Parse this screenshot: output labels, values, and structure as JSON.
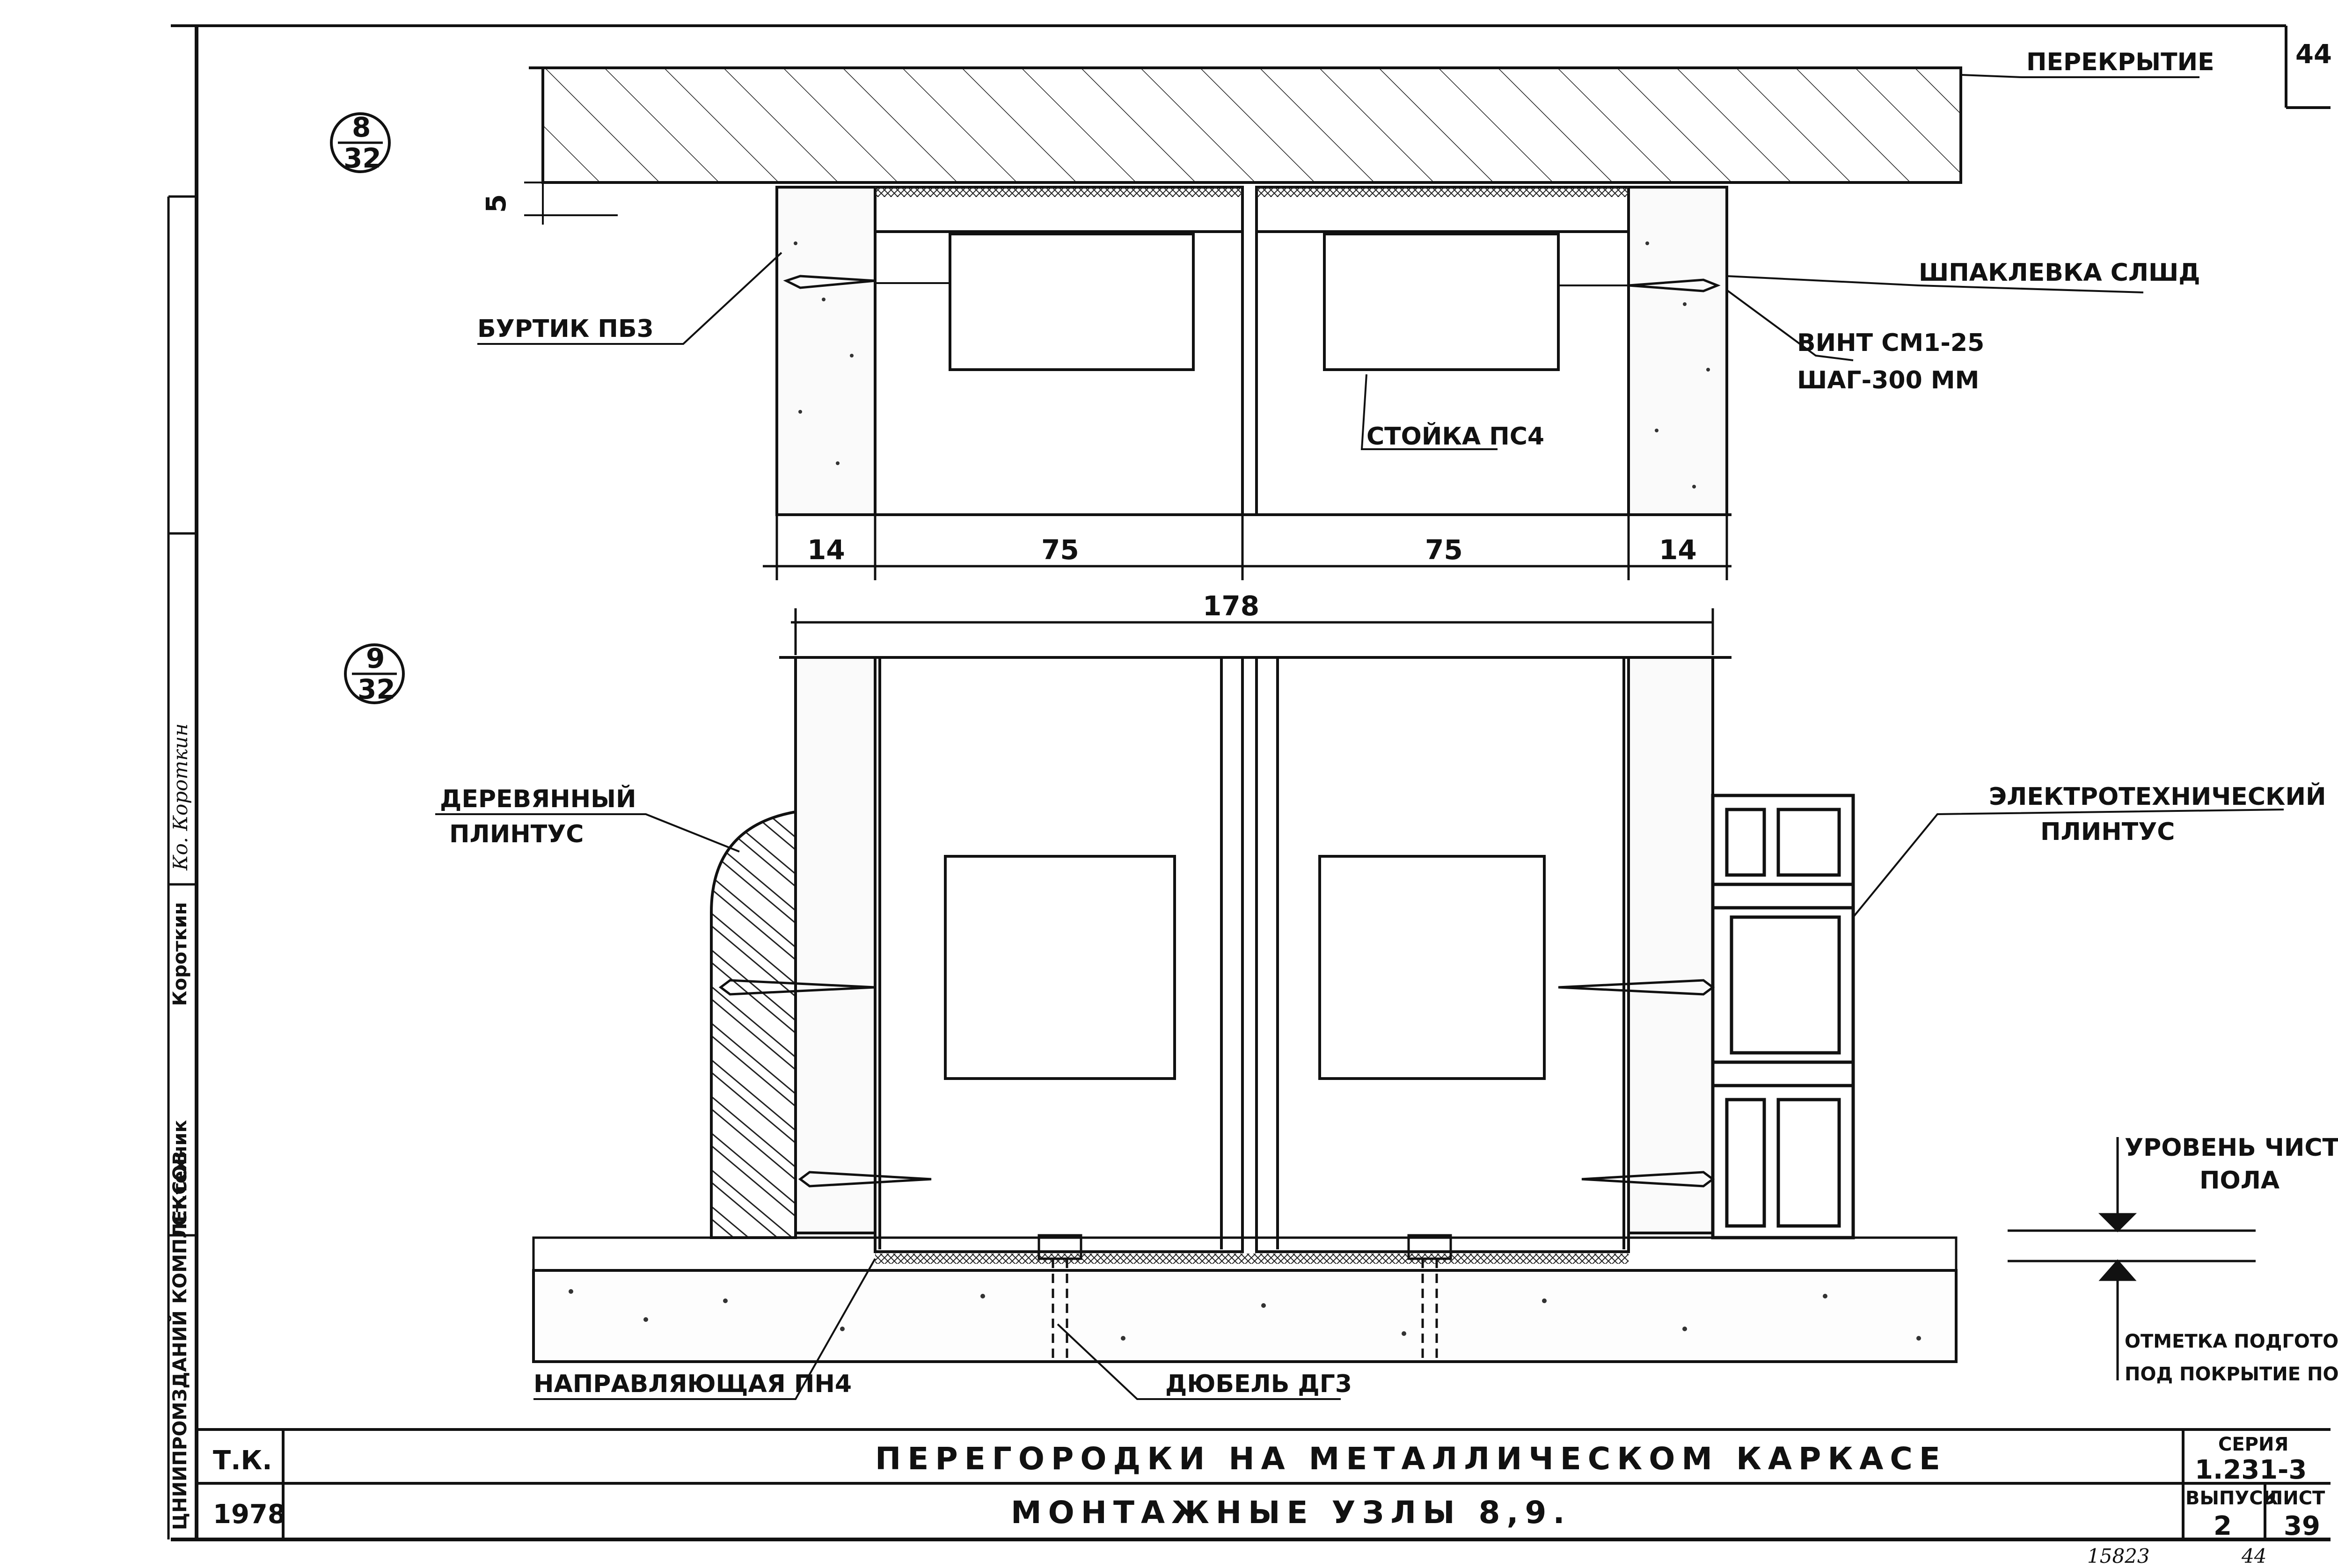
{
  "sheet_number": "44",
  "bottom_marks": {
    "left": "15823",
    "right": "44"
  },
  "details": {
    "top": {
      "numerator": "8",
      "denominator": "32"
    },
    "bottom": {
      "numerator": "9",
      "denominator": "32"
    }
  },
  "dimensions": {
    "gap": "5",
    "widths": [
      "14",
      "75",
      "75",
      "14"
    ],
    "total": "178"
  },
  "callouts": {
    "slab": "ПЕРЕКРЫТИЕ",
    "putty": "ШПАКЛЕВКА СЛШД",
    "screw_line1": "ВИНТ СМ1-25",
    "screw_line2": "ШАГ-300 ММ",
    "stud": "СТОЙКА ПС4",
    "bead": "БУРТИК ПБ3",
    "wood_line1": "ДЕРЕВЯННЫЙ",
    "wood_line2": "ПЛИНТУС",
    "elec_line1": "ЭЛЕКТРОТЕХНИЧЕСКИЙ",
    "elec_line2": "ПЛИНТУС",
    "floor_line1": "УРОВЕНЬ ЧИСТОГО",
    "floor_line2": "ПОЛА",
    "prep_line1": "ОТМЕТКА ПОДГОТОВКИ",
    "prep_line2": "ПОД ПОКРЫТИЕ ПОЛА",
    "guide": "НАПРАВЛЯЮЩАЯ ПН4",
    "dowel": "ДЮБЕЛЬ ДГ3"
  },
  "side_strip": {
    "top": "Ст.техник",
    "middle": "Короткин",
    "signature": "Ко. Короткин",
    "bottom": "ЦНИИПРОМЗДАНИЙ КОМПЛЕКСОВ"
  },
  "title_block": {
    "tk": "Т.К.",
    "year": "1978",
    "title": "ПЕРЕГОРОДКИ НА МЕТАЛЛИЧЕСКОМ КАРКАСЕ",
    "subtitle": "МОНТАЖНЫЕ УЗЛЫ 8,9.",
    "series_label": "СЕРИЯ",
    "series": "1.231-3",
    "issue_label": "ВЫПУСК",
    "issue": "2",
    "sheet_label": "ЛИСТ",
    "sheet": "39"
  }
}
